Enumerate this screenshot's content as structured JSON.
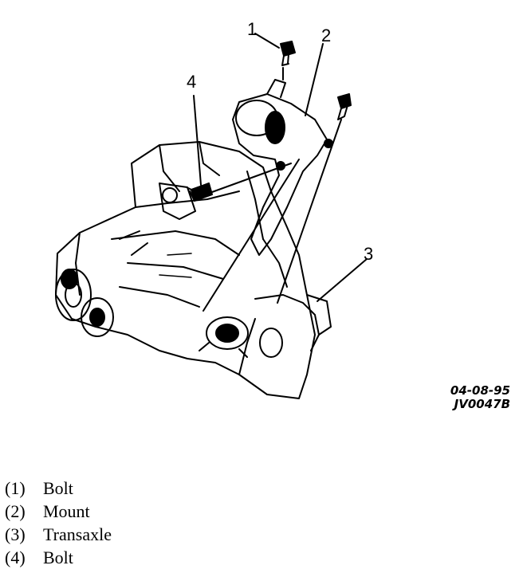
{
  "callouts": [
    "1",
    "2",
    "3",
    "4"
  ],
  "date_code": "04-08-95",
  "figure_code": "JV0047B",
  "legend": [
    {
      "num": "(1)",
      "label": "Bolt"
    },
    {
      "num": "(2)",
      "label": "Mount"
    },
    {
      "num": "(3)",
      "label": "Transaxle"
    },
    {
      "num": "(4)",
      "label": "Bolt"
    }
  ]
}
